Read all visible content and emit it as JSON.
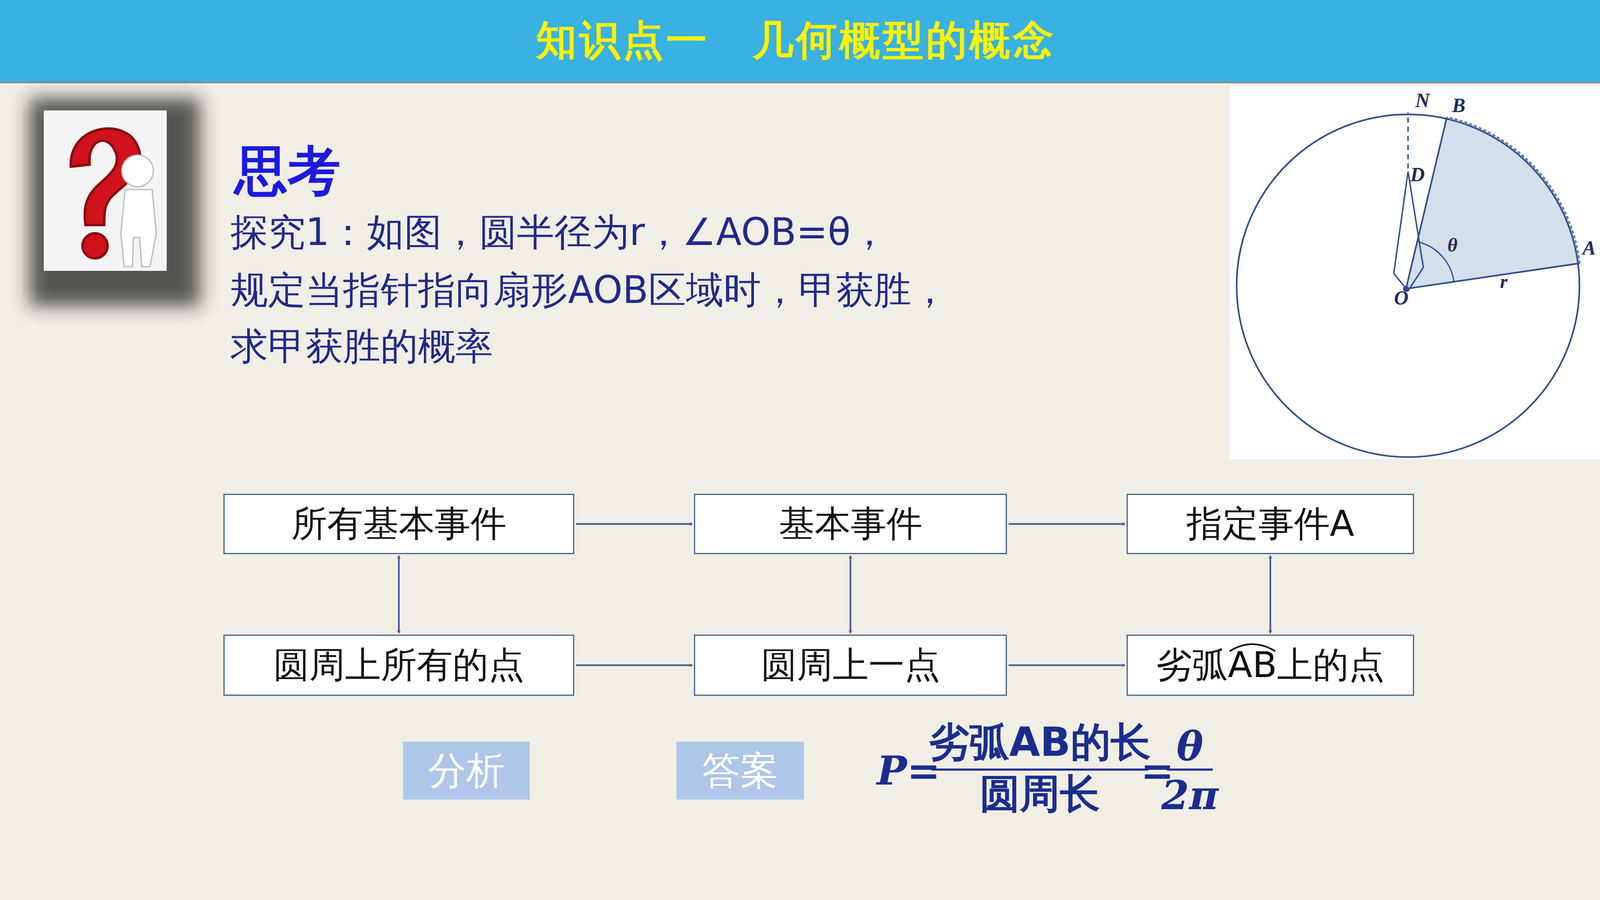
{
  "diagram": {
    "title": "知识点一　几何概型的概念",
    "nodes": [
      {
        "text": [
          "所有基本事件"
        ]
      },
      {
        "text": [
          "基本事件"
        ]
      },
      {
        "text": [
          "指定事件A"
        ]
      },
      {
        "text": [
          "圆周上所有的点"
        ]
      },
      {
        "text": [
          "圆周上一点"
        ]
      },
      {
        "text": [
          "劣弧AB上的点"
        ]
      },
      {
        "text": [
          "分析"
        ]
      },
      {
        "text": [
          "答案"
        ]
      }
    ],
    "edges": [
      {
        "from": 0,
        "to": 1,
        "arrow": "to"
      },
      {
        "from": 1,
        "to": 2,
        "arrow": "to"
      },
      {
        "from": 3,
        "to": 4,
        "arrow": "to"
      },
      {
        "from": 4,
        "to": 5,
        "arrow": "to"
      },
      {
        "from": 0,
        "to": 3,
        "arrow": "both"
      },
      {
        "from": 1,
        "to": 4,
        "arrow": "both"
      },
      {
        "from": 2,
        "to": 5,
        "arrow": "both"
      }
    ],
    "labels": [
      "思考",
      "探究1：如图，圆半径为r，∠AOB=θ，",
      "规定当指针指向扇形AOB区域时，甲获胜，",
      "求甲获胜的概率",
      "N",
      "B",
      "D",
      "θ",
      "A",
      "r",
      "O",
      "P=",
      "劣弧AB的长",
      "圆周长",
      "=",
      "θ",
      "2π"
    ]
  }
}
